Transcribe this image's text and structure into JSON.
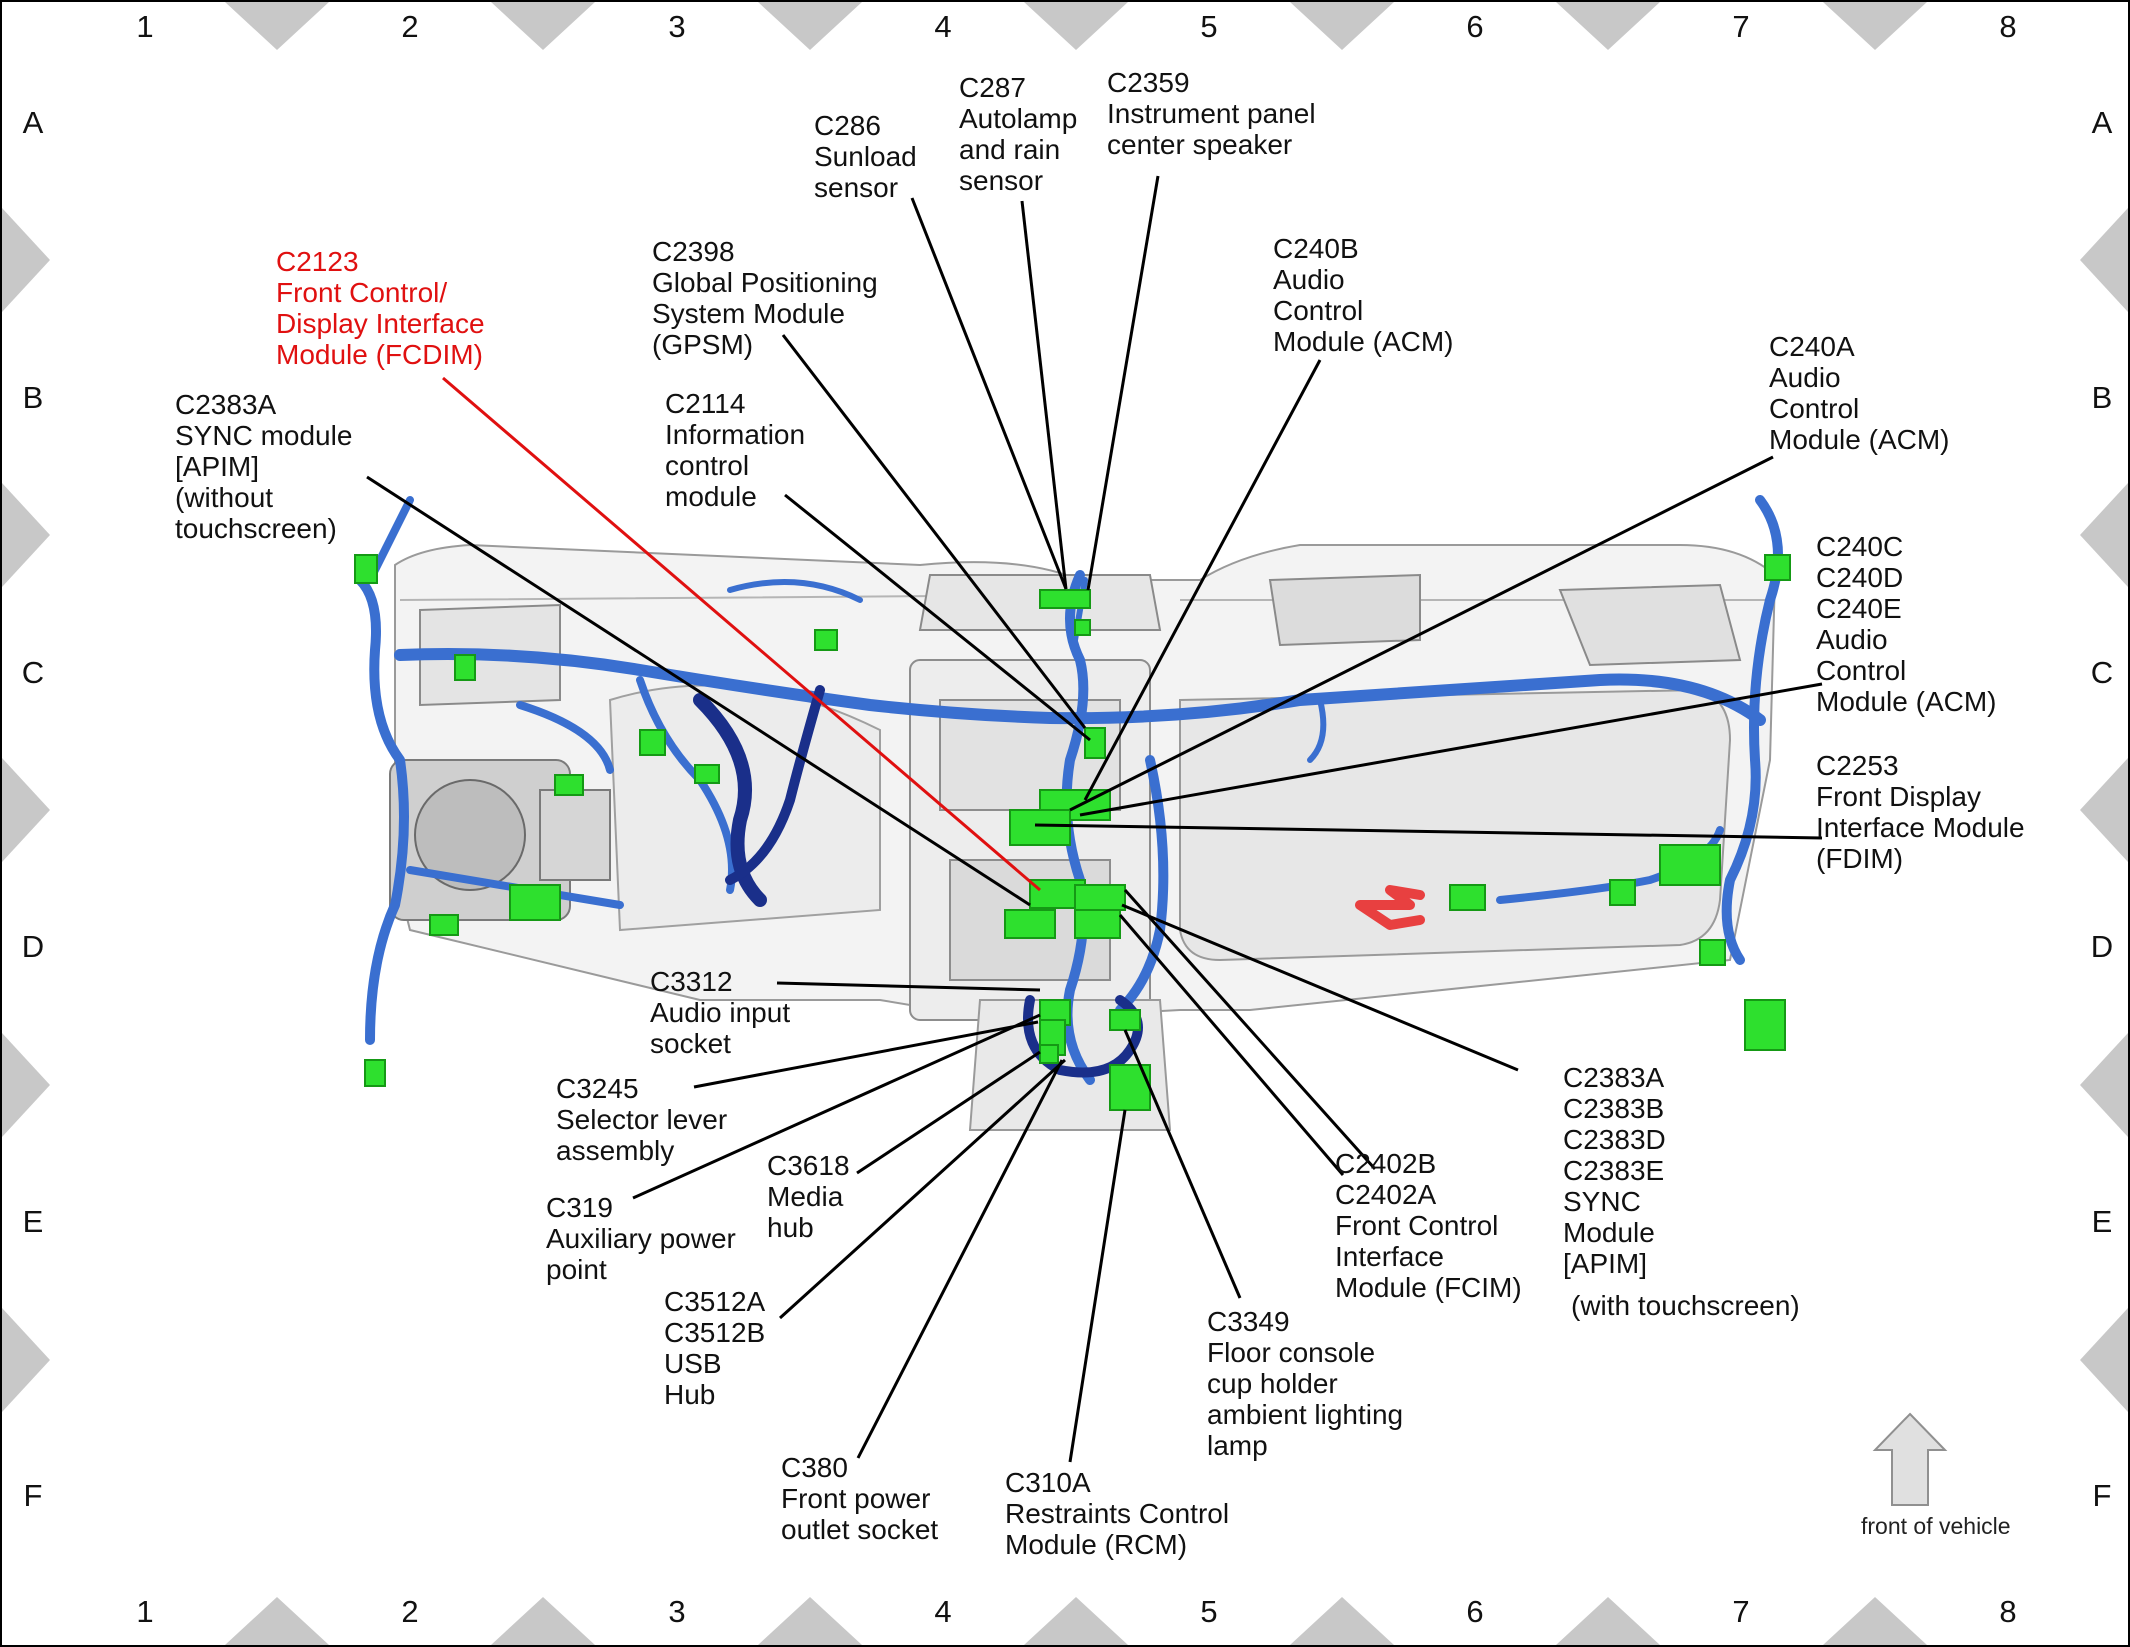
{
  "grid": {
    "columns": [
      "1",
      "2",
      "3",
      "4",
      "5",
      "6",
      "7",
      "8"
    ],
    "rows": [
      "A",
      "B",
      "C",
      "D",
      "E",
      "F"
    ]
  },
  "colors": {
    "wire": "#3a6fd0",
    "wire_dark": "#1a2f8a",
    "connector": "#2ee02e",
    "highlight": "#e01010",
    "leader": "#000000",
    "frame_triangle": "#c8c8c8"
  },
  "callouts": [
    {
      "id": "c286",
      "lines": [
        "C286",
        "Sunload",
        "sensor"
      ],
      "highlight": false
    },
    {
      "id": "c287",
      "lines": [
        "C287",
        "Autolamp",
        "and rain",
        "sensor"
      ],
      "highlight": false
    },
    {
      "id": "c2359",
      "lines": [
        "C2359",
        "Instrument panel",
        "center speaker"
      ],
      "highlight": false
    },
    {
      "id": "c2398",
      "lines": [
        "C2398",
        "Global Positioning",
        "System Module",
        "(GPSM)"
      ],
      "highlight": false
    },
    {
      "id": "c2123",
      "lines": [
        "C2123",
        "Front Control/",
        "Display Interface",
        "Module (FCDIM)"
      ],
      "highlight": true
    },
    {
      "id": "c240b",
      "lines": [
        "C240B",
        "Audio",
        "Control",
        "Module (ACM)"
      ],
      "highlight": false
    },
    {
      "id": "c2114",
      "lines": [
        "C2114",
        "Information",
        "control",
        "module"
      ],
      "highlight": false
    },
    {
      "id": "c2383a_top",
      "lines": [
        "C2383A",
        "SYNC module",
        "[APIM]",
        "(without",
        "touchscreen)"
      ],
      "highlight": false
    },
    {
      "id": "c240a",
      "lines": [
        "C240A",
        "Audio",
        "Control",
        "Module (ACM)"
      ],
      "highlight": false
    },
    {
      "id": "c240cde",
      "lines": [
        "C240C",
        "C240D",
        "C240E",
        "Audio",
        "Control",
        "Module (ACM)"
      ],
      "highlight": false
    },
    {
      "id": "c2253",
      "lines": [
        "C2253",
        "Front Display",
        "Interface Module",
        "(FDIM)"
      ],
      "highlight": false
    },
    {
      "id": "c3312",
      "lines": [
        "C3312",
        "Audio input",
        "socket"
      ],
      "highlight": false
    },
    {
      "id": "c3245",
      "lines": [
        "C3245",
        "Selector lever",
        "assembly"
      ],
      "highlight": false
    },
    {
      "id": "c3618",
      "lines": [
        "C3618",
        "Media",
        "hub"
      ],
      "highlight": false
    },
    {
      "id": "c319",
      "lines": [
        "C319",
        "Auxiliary power",
        "point"
      ],
      "highlight": false
    },
    {
      "id": "c3512",
      "lines": [
        "C3512A",
        "C3512B",
        "USB",
        "Hub"
      ],
      "highlight": false
    },
    {
      "id": "c380",
      "lines": [
        "C380",
        "Front power",
        "outlet socket"
      ],
      "highlight": false
    },
    {
      "id": "c310a",
      "lines": [
        "C310A",
        "Restraints Control",
        "Module (RCM)"
      ],
      "highlight": false
    },
    {
      "id": "c3349",
      "lines": [
        "C3349",
        "Floor console",
        "cup holder",
        "ambient lighting",
        "lamp"
      ],
      "highlight": false
    },
    {
      "id": "c2402",
      "lines": [
        "C2402B",
        "C2402A",
        "Front Control",
        "Interface",
        "Module (FCIM)"
      ],
      "highlight": false
    },
    {
      "id": "c2383_bottom",
      "lines": [
        "C2383A",
        "C2383B",
        "C2383D",
        "C2383E",
        "SYNC",
        "Module",
        "[APIM]"
      ],
      "highlight": false
    },
    {
      "id": "with_touchscreen",
      "lines": [
        "(with touchscreen)"
      ],
      "highlight": false
    }
  ],
  "front_of_vehicle": {
    "label": "front of vehicle",
    "icon": "up-arrow-icon"
  }
}
